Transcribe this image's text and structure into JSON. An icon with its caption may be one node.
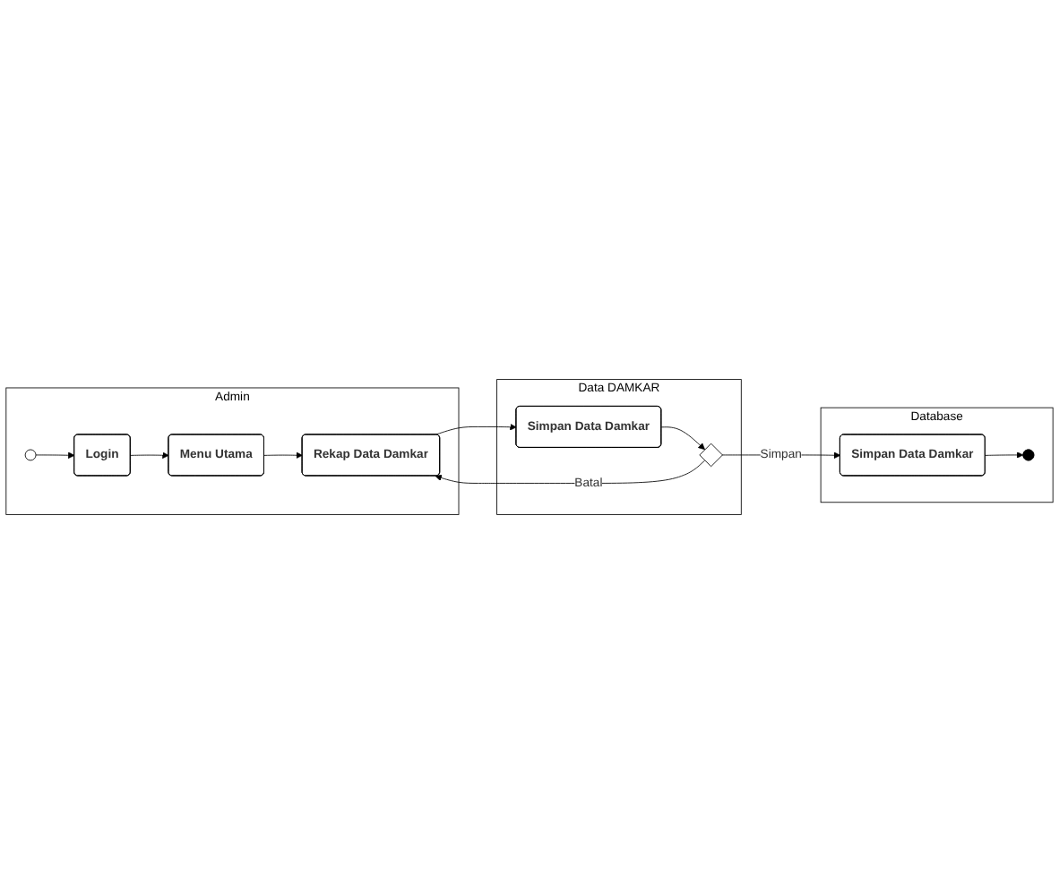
{
  "diagram": {
    "nodes": [
      {
        "text": [
          "Admin"
        ]
      },
      {
        "text": [
          "Data DAMKAR"
        ]
      },
      {
        "text": [
          "Database"
        ]
      },
      {
        "text": [],
        "shape": "circle",
        "in": 0
      },
      {
        "text": [
          "Login"
        ],
        "in": 0
      },
      {
        "text": [
          "Menu Utama"
        ],
        "in": 0
      },
      {
        "text": [
          "Rekap Data Damkar"
        ],
        "in": 0
      },
      {
        "text": [
          "Simpan Data Damkar"
        ],
        "in": 1
      },
      {
        "text": [],
        "shape": "diamond",
        "in": 1
      },
      {
        "text": [
          "Simpan Data Damkar"
        ],
        "in": 2
      },
      {
        "text": [],
        "shape": "bullseye",
        "in": 2
      }
    ],
    "edges": [
      {
        "from": 3,
        "to": 4,
        "arrow": "to"
      },
      {
        "from": 4,
        "to": 5,
        "arrow": "to"
      },
      {
        "from": 5,
        "to": 6,
        "arrow": "to"
      },
      {
        "from": 6,
        "to": 7,
        "arrow": "to"
      },
      {
        "from": 7,
        "to": 8,
        "arrow": "to"
      },
      {
        "from": 8,
        "to": 9,
        "arrow": "to",
        "label": "Simpan"
      },
      {
        "from": 8,
        "to": 6,
        "arrow": "to",
        "label": "Batal"
      },
      {
        "from": 9,
        "to": 10,
        "arrow": "to"
      }
    ]
  }
}
